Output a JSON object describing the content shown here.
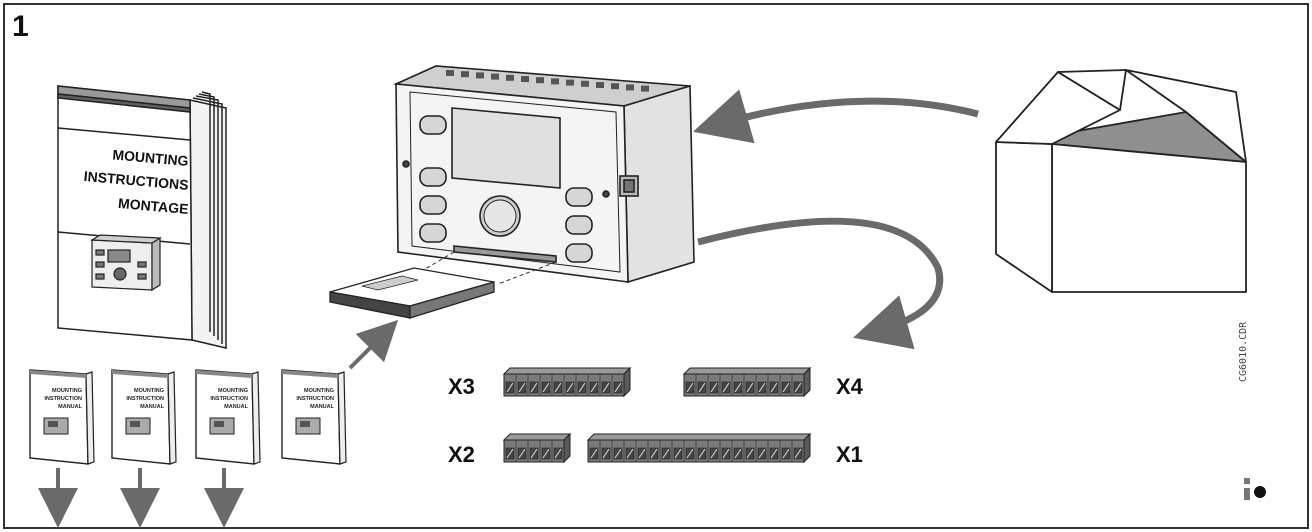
{
  "figure_number": "1",
  "manual": {
    "cover_lines": [
      "MOUNTING",
      "INSTRUCTIONS",
      "MONTAGE"
    ]
  },
  "small_booklet": {
    "lines": [
      "MOUNTING",
      "INSTRUCTION",
      "MANUAL"
    ],
    "count": 4
  },
  "terminals": {
    "x3": "X3",
    "x4": "X4",
    "x2": "X2",
    "x1": "X1"
  },
  "drawing_code": "CG6010.CDR",
  "colors": {
    "line": "#222222",
    "panel": "#f4f4f4",
    "screen": "#e0e0e0",
    "button": "#d6d6d6",
    "arrow": "#6a6a6a",
    "terminal": "#7a7a7a",
    "terminal_dark": "#444444"
  },
  "icons": [
    "controller-icon",
    "box-icon",
    "manual-icon",
    "booklet-icon",
    "terminal-block-icon",
    "arrow-icon"
  ]
}
